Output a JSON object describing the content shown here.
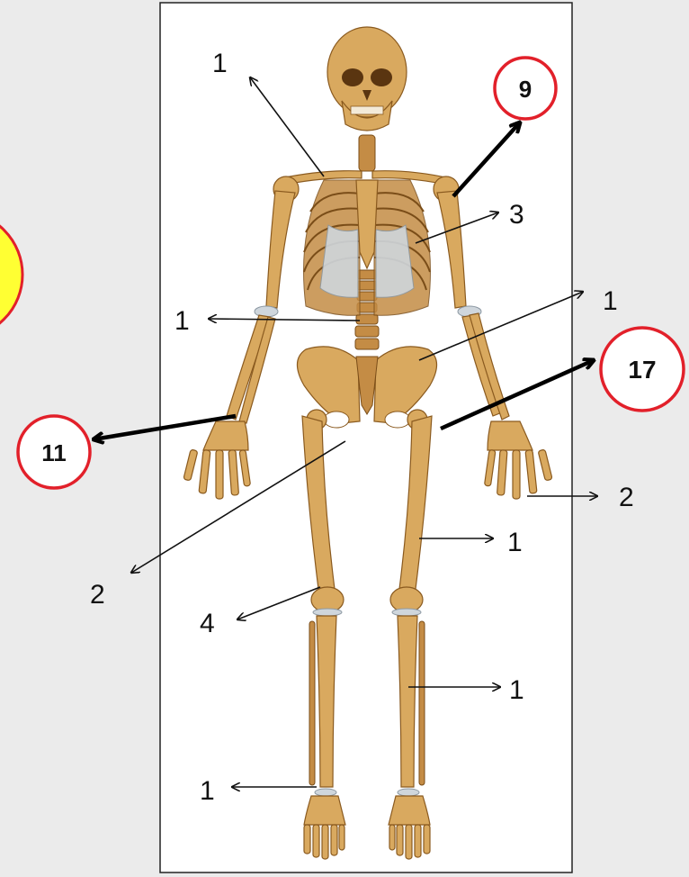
{
  "colors": {
    "background": "#ebebeb",
    "panel": "#ffffff",
    "badge_ring": "#e2202a",
    "yellow_marker": "#ffff33",
    "bone": "#d9a95f"
  },
  "labels": {
    "skull_arrow": "1",
    "spine_left": "1",
    "hip_right": "1",
    "femur_right": "1",
    "tibia_right": "1",
    "ankle_left": "1",
    "hand_right": "2",
    "pubis_left": "2",
    "ribs": "3",
    "knee": "4"
  },
  "badges": {
    "shoulder": "9",
    "thigh": "17",
    "forearm": "11"
  }
}
